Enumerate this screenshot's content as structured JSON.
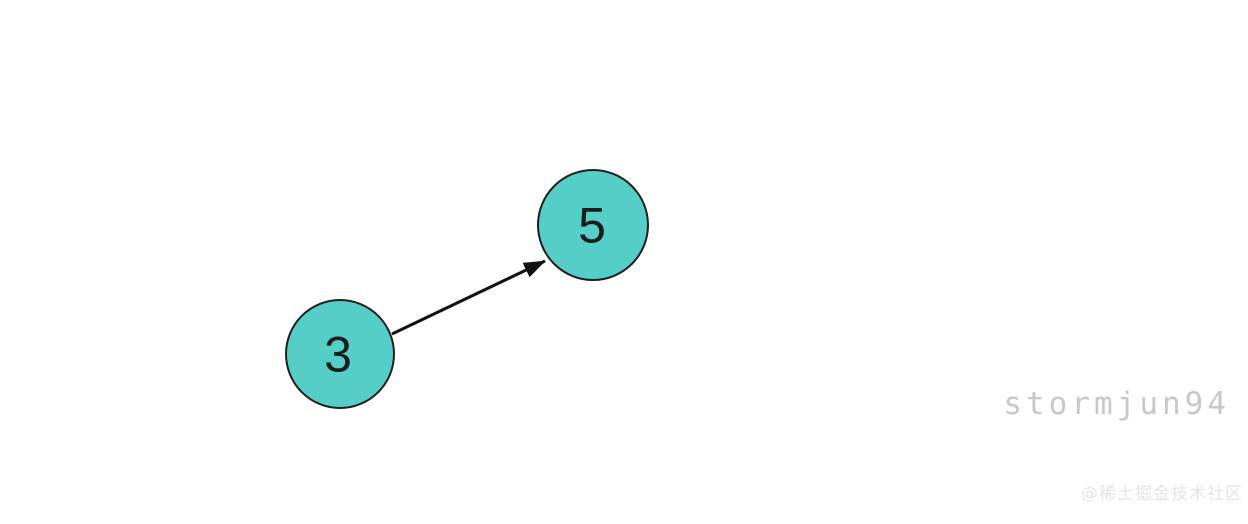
{
  "diagram": {
    "type": "directed-graph",
    "nodes": [
      {
        "id": "3",
        "label": "3"
      },
      {
        "id": "5",
        "label": "5"
      }
    ],
    "edges": [
      {
        "from": "3",
        "to": "5"
      }
    ],
    "colors": {
      "node_fill": "#55CEC7",
      "node_stroke": "#1f1f1f",
      "edge": "#111111",
      "label": "#1c1c1c"
    }
  },
  "watermarks": {
    "author": "stormjun94",
    "author_color": "#c8c8c8",
    "community": "@稀土掘金技术社区",
    "community_color": "#e4e4e4"
  }
}
